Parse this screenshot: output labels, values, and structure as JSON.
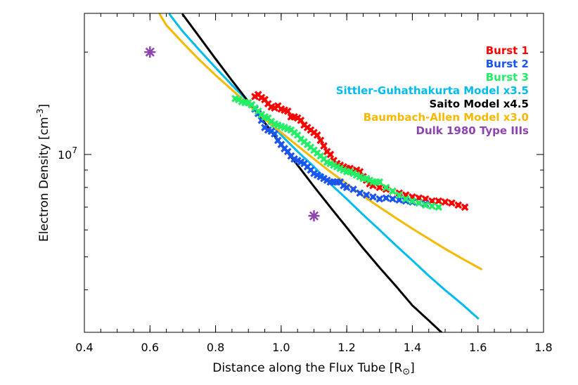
{
  "chart_data": {
    "type": "scatter",
    "title": "",
    "xlabel": "Distance along the Flux Tube [R",
    "xlabel_sub": "⊙",
    "xlabel_end": "]",
    "ylabel": "Electron Density [cm",
    "ylabel_sup": "-3",
    "ylabel_end": "]",
    "xlim": [
      0.4,
      1.8
    ],
    "ylim": [
      3000000,
      26000000
    ],
    "yscale": "log",
    "grid": false,
    "legend_position": "top-right",
    "xticks": [
      {
        "value": 0.4,
        "label": "0.4"
      },
      {
        "value": 0.6,
        "label": "0.6"
      },
      {
        "value": 0.8,
        "label": "0.8"
      },
      {
        "value": 1.0,
        "label": "1.0"
      },
      {
        "value": 1.2,
        "label": "1.2"
      },
      {
        "value": 1.4,
        "label": "1.4"
      },
      {
        "value": 1.6,
        "label": "1.6"
      },
      {
        "value": 1.8,
        "label": "1.8"
      }
    ],
    "yticks": [
      {
        "value": 10000000,
        "label_base": "10",
        "label_exp": "7"
      }
    ],
    "series": [
      {
        "name": "Burst 1",
        "kind": "points",
        "color": "#ff0000",
        "x": [
          0.92,
          0.93,
          0.94,
          0.95,
          0.96,
          0.97,
          0.98,
          0.99,
          1.0,
          1.01,
          1.02,
          1.03,
          1.04,
          1.05,
          1.06,
          1.07,
          1.08,
          1.09,
          1.1,
          1.11,
          1.12,
          1.13,
          1.14,
          1.15,
          1.16,
          1.17,
          1.18,
          1.19,
          1.2,
          1.21,
          1.22,
          1.23,
          1.24,
          1.25,
          1.26,
          1.27,
          1.28,
          1.3,
          1.32,
          1.34,
          1.36,
          1.38,
          1.4,
          1.42,
          1.44,
          1.46,
          1.48,
          1.5,
          1.52,
          1.54,
          1.56
        ],
        "y": [
          14800000,
          15000000,
          14700000,
          14500000,
          14100000,
          13800000,
          13700000,
          13900000,
          13600000,
          13500000,
          13400000,
          12900000,
          12900000,
          12800000,
          12600000,
          12200000,
          12000000,
          11800000,
          11600000,
          11400000,
          11000000,
          10600000,
          10200000,
          10000000,
          9600000,
          9400000,
          9300000,
          9200000,
          9100000,
          9100000,
          8900000,
          9000000,
          8900000,
          8600000,
          8400000,
          8200000,
          8100000,
          8000000,
          7900000,
          7800000,
          7700000,
          7600000,
          7500000,
          7450000,
          7400000,
          7300000,
          7300000,
          7250000,
          7200000,
          7100000,
          7000000
        ]
      },
      {
        "name": "Burst 2",
        "kind": "points",
        "color": "#1a55f0",
        "x": [
          0.91,
          0.92,
          0.93,
          0.94,
          0.95,
          0.96,
          0.97,
          0.98,
          0.99,
          1.0,
          1.01,
          1.02,
          1.03,
          1.04,
          1.05,
          1.06,
          1.07,
          1.08,
          1.09,
          1.1,
          1.11,
          1.12,
          1.13,
          1.14,
          1.15,
          1.16,
          1.17,
          1.18,
          1.19,
          1.2,
          1.22,
          1.24,
          1.26,
          1.28,
          1.3,
          1.32,
          1.34,
          1.36,
          1.38,
          1.4,
          1.42,
          1.44
        ],
        "y": [
          14000000,
          13600000,
          13200000,
          12600000,
          12000000,
          11800000,
          11700000,
          11500000,
          11000000,
          10700000,
          10400000,
          10200000,
          9900000,
          9700000,
          9600000,
          9500000,
          9400000,
          9200000,
          9000000,
          8800000,
          8700000,
          8600000,
          8500000,
          8400000,
          8300000,
          8300000,
          8300000,
          8300000,
          8100000,
          8000000,
          7900000,
          7700000,
          7600000,
          7500000,
          7400000,
          7450000,
          7400000,
          7350000,
          7300000,
          7250000,
          7200000,
          7150000
        ]
      },
      {
        "name": "Burst 3",
        "kind": "points",
        "color": "#22ee66",
        "x": [
          0.86,
          0.87,
          0.88,
          0.89,
          0.9,
          0.91,
          0.92,
          0.93,
          0.94,
          0.95,
          0.96,
          0.97,
          0.98,
          0.99,
          1.0,
          1.01,
          1.02,
          1.03,
          1.04,
          1.05,
          1.06,
          1.07,
          1.08,
          1.09,
          1.1,
          1.11,
          1.12,
          1.13,
          1.14,
          1.15,
          1.16,
          1.17,
          1.18,
          1.19,
          1.2,
          1.21,
          1.22,
          1.23,
          1.24,
          1.25,
          1.26,
          1.27,
          1.28,
          1.29,
          1.3,
          1.32,
          1.34,
          1.36,
          1.38,
          1.4,
          1.42,
          1.44,
          1.46,
          1.48
        ],
        "y": [
          14600000,
          14500000,
          14300000,
          14200000,
          14200000,
          14000000,
          13700000,
          13400000,
          13100000,
          12900000,
          12800000,
          12500000,
          12300000,
          12200000,
          12100000,
          12000000,
          11900000,
          11800000,
          11600000,
          11400000,
          11100000,
          10900000,
          10700000,
          10500000,
          10300000,
          10100000,
          9900000,
          9700000,
          9500000,
          9400000,
          9300000,
          9200000,
          9100000,
          9000000,
          8900000,
          8900000,
          8800000,
          8700000,
          8600000,
          8500000,
          8500000,
          8400000,
          8300000,
          8300000,
          8300000,
          8000000,
          7800000,
          7600000,
          7400000,
          7300000,
          7200000,
          7100000,
          7050000,
          7000000
        ]
      },
      {
        "name": "Sittler-Guhathakurta Model x3.5",
        "kind": "line",
        "color": "#00bbee",
        "x": [
          0.66,
          0.7,
          0.75,
          0.8,
          0.85,
          0.9,
          0.95,
          1.0,
          1.05,
          1.1,
          1.15,
          1.2,
          1.25,
          1.3,
          1.35,
          1.4,
          1.45,
          1.5,
          1.55,
          1.6
        ],
        "y": [
          25800000,
          23000000,
          20300000,
          18000000,
          16000000,
          14300000,
          12800000,
          11400000,
          10200000,
          9200000,
          8200000,
          7400000,
          6650000,
          6000000,
          5400000,
          4880000,
          4400000,
          3990000,
          3640000,
          3300000
        ]
      },
      {
        "name": "Saito Model x4.5",
        "kind": "line",
        "color": "#000000",
        "x": [
          0.7,
          0.75,
          0.8,
          0.85,
          0.9,
          0.95,
          1.0,
          1.05,
          1.1,
          1.15,
          1.2,
          1.25,
          1.3,
          1.35,
          1.4,
          1.45,
          1.5
        ],
        "y": [
          25800000,
          22200000,
          19100000,
          16500000,
          14300000,
          12400000,
          10700000,
          9300000,
          8050000,
          7000000,
          6100000,
          5300000,
          4650000,
          4100000,
          3600000,
          3250000,
          2930000
        ]
      },
      {
        "name": "Baumbach-Allen Model x3.0",
        "kind": "line",
        "color": "#f6b800",
        "x": [
          0.63,
          0.65,
          0.7,
          0.75,
          0.8,
          0.85,
          0.9,
          0.95,
          1.0,
          1.05,
          1.1,
          1.15,
          1.2,
          1.25,
          1.3,
          1.35,
          1.4,
          1.45,
          1.5,
          1.55,
          1.61
        ],
        "y": [
          25800000,
          24000000,
          21300000,
          19000000,
          17100000,
          15500000,
          14000000,
          12700000,
          11600000,
          10600000,
          9700000,
          8900000,
          8200000,
          7550000,
          7000000,
          6500000,
          6050000,
          5650000,
          5280000,
          4950000,
          4600000
        ]
      },
      {
        "name": "Dulk 1980 Type IIIs",
        "kind": "stars",
        "color": "#8e44b0",
        "x": [
          0.6,
          1.1
        ],
        "y": [
          20000000,
          6600000
        ]
      }
    ]
  }
}
